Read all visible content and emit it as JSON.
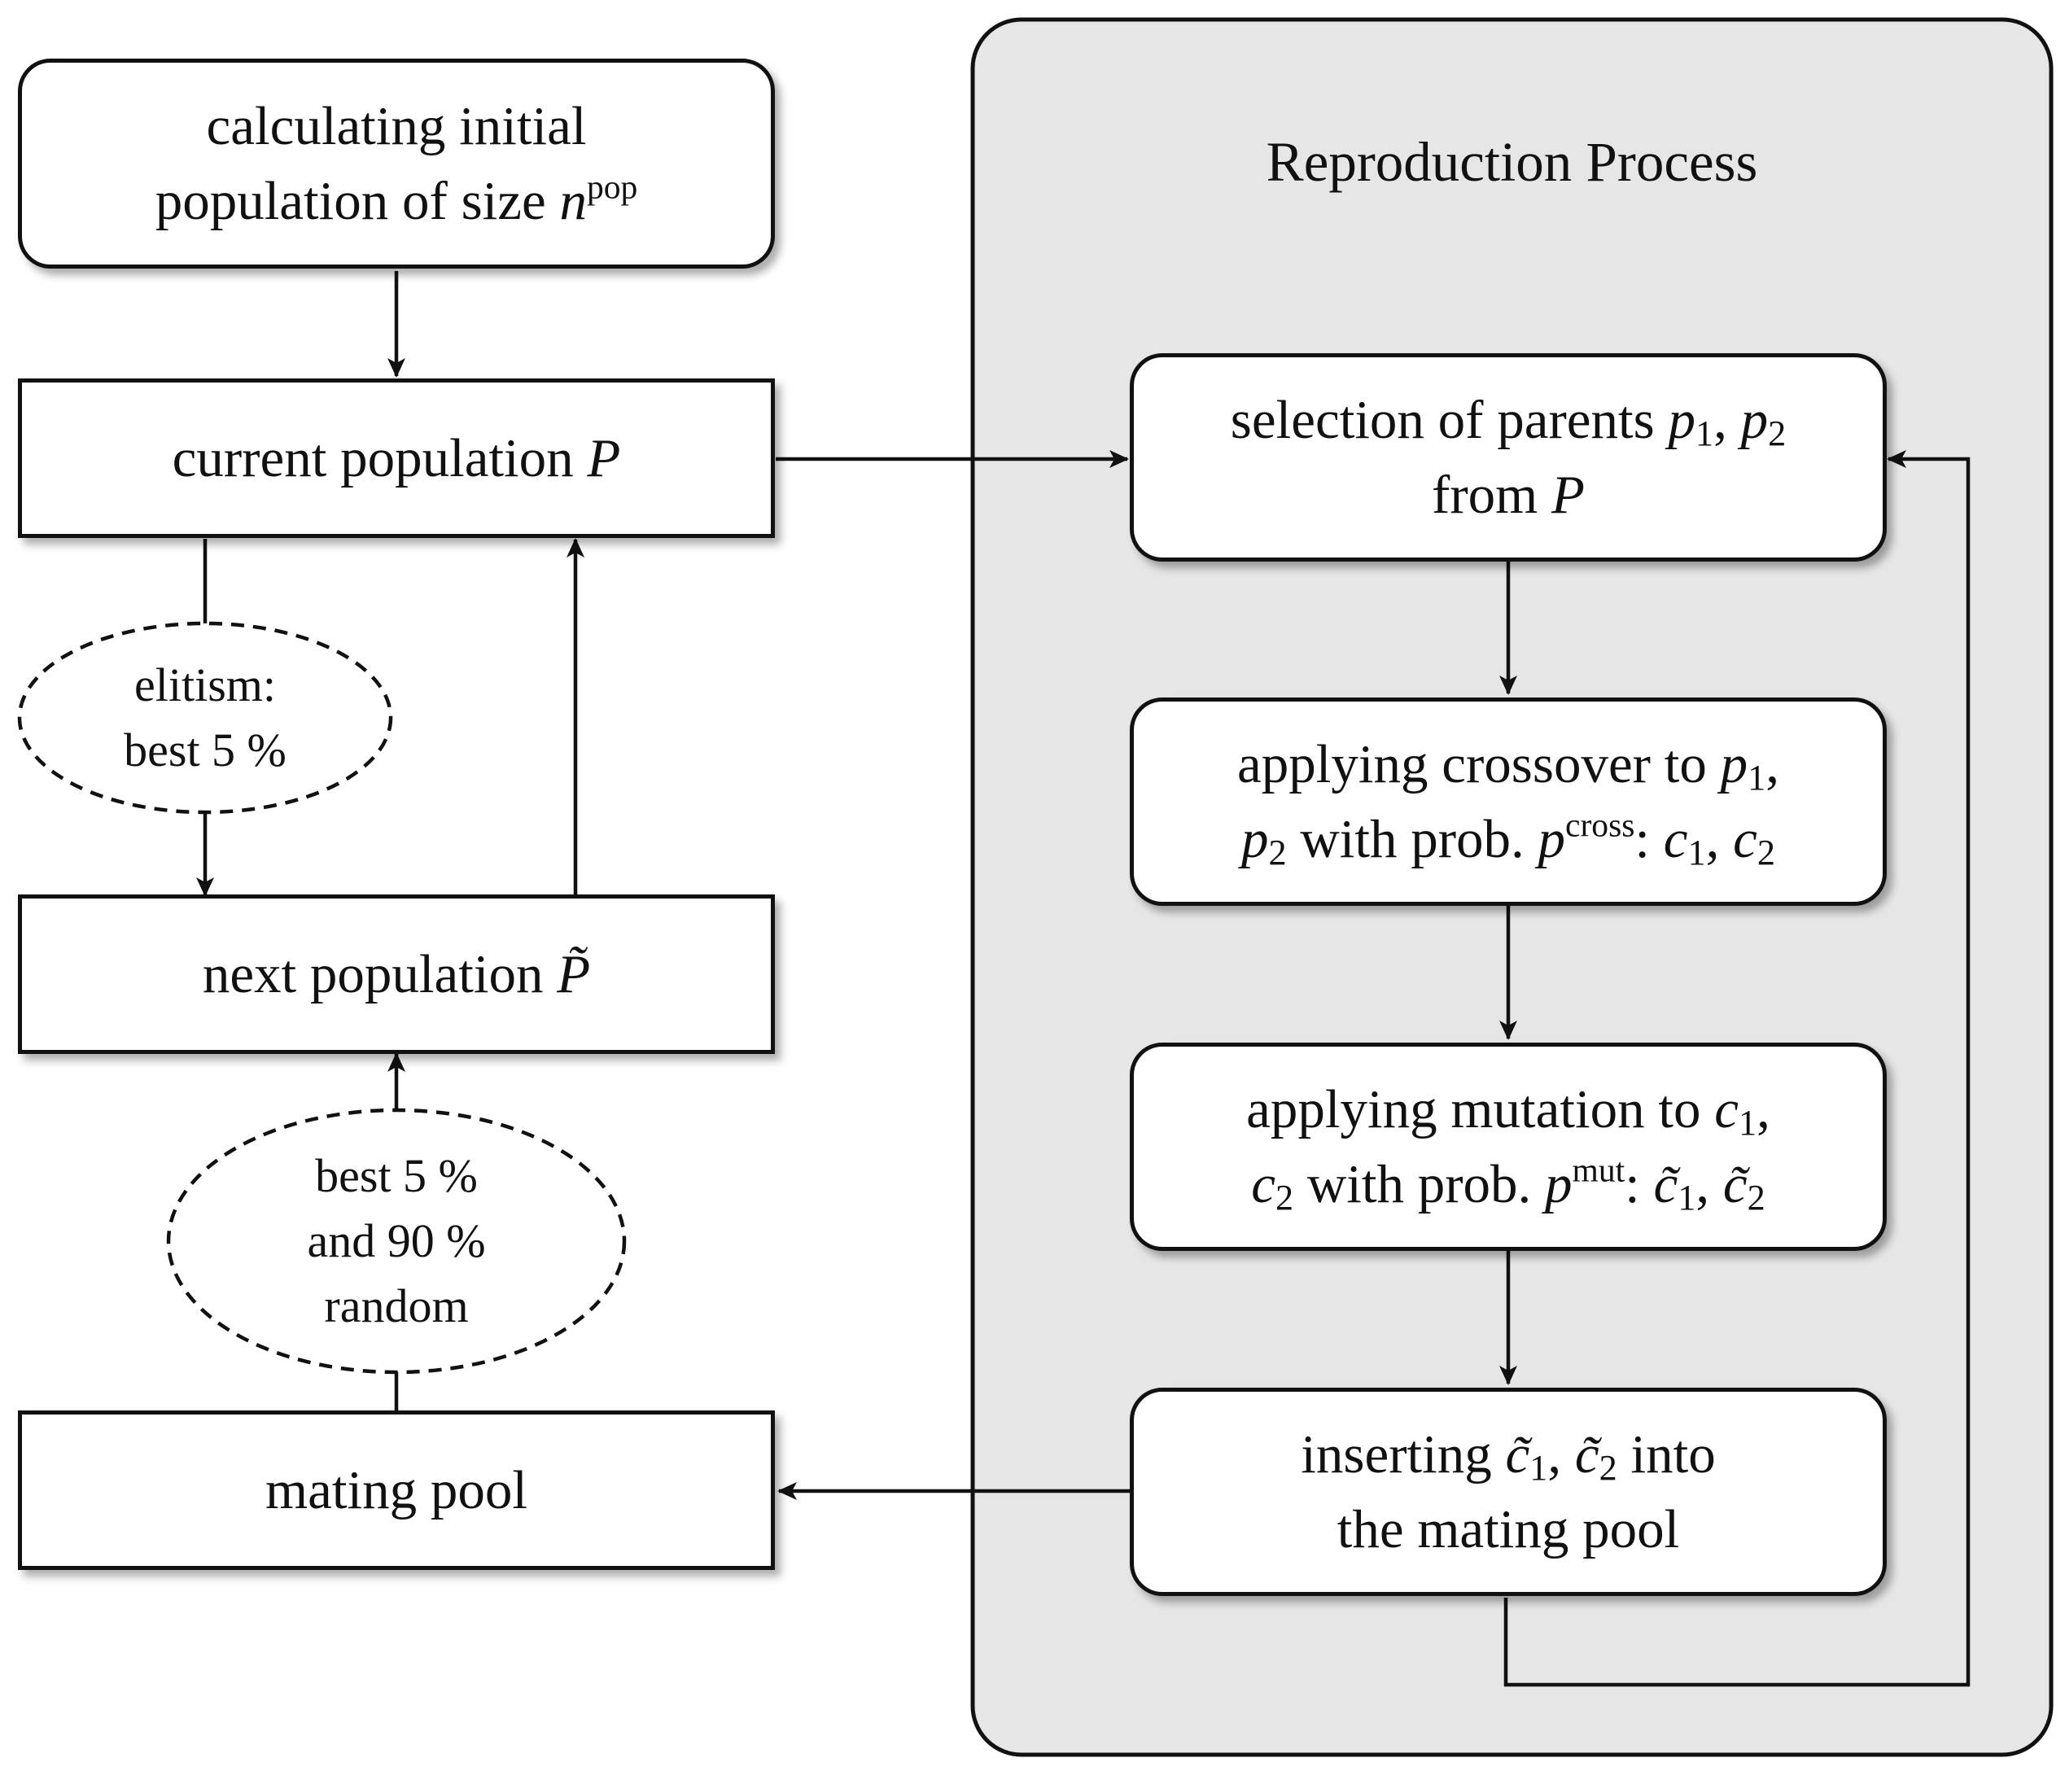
{
  "reproduction": {
    "title": "Reproduction Process"
  },
  "nodes": {
    "initial": {
      "line1": "calculating initial",
      "line2_text": "population of size ",
      "line2_var": "n",
      "line2_sup": "pop"
    },
    "current": {
      "text": "current population ",
      "var": "P"
    },
    "next": {
      "text": "next population ",
      "var": "P̃"
    },
    "mating": {
      "text": "mating pool"
    },
    "selection": {
      "line1_text": "selection of parents ",
      "p": "p",
      "sub1": "1",
      "sep": ", ",
      "sub2": "2",
      "line2_text": "from ",
      "line2_var": "P"
    },
    "crossover": {
      "line1_text": "applying crossover to ",
      "p": "p",
      "sub1": "1",
      "comma": ",",
      "sub2": "2",
      "line2_text": " with prob. ",
      "sup": "cross",
      "colon": ": ",
      "c": "c",
      "sep": ", "
    },
    "mutation": {
      "line1_text": "applying mutation to ",
      "c": "c",
      "sub1": "1",
      "comma": ",",
      "sub2": "2",
      "line2_text": " with prob. ",
      "p": "p",
      "sup": "mut",
      "colon": ": ",
      "ct": "c̃",
      "sep": ", "
    },
    "inserting": {
      "line1_text": "inserting ",
      "ct": "c̃",
      "sub1": "1",
      "sep": ", ",
      "sub2": "2",
      "line1_end": " into",
      "line2": "the mating pool"
    }
  },
  "ellipses": {
    "elitism": {
      "line1": "elitism:",
      "line2": "best 5 %"
    },
    "selection_rule": {
      "line1": "best 5 %",
      "line2": "and 90 %",
      "line3": "random"
    }
  },
  "colors": {
    "reproduction_fill": "#e6e6e6",
    "stroke": "#111111",
    "node_fill": "#ffffff"
  }
}
